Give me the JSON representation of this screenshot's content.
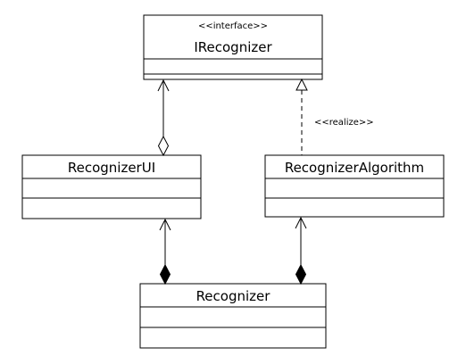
{
  "diagram": {
    "classes": {
      "irecognizer": {
        "stereotype": "<<interface>>",
        "name": "IRecognizer"
      },
      "recognizer_ui": {
        "name": "RecognizerUI"
      },
      "recognizer_algorithm": {
        "name": "RecognizerAlgorithm"
      },
      "recognizer": {
        "name": "Recognizer"
      }
    },
    "relations": {
      "realize_label": "<<realize>>"
    },
    "colors": {
      "line": "#000000",
      "fill": "#ffffff"
    }
  }
}
